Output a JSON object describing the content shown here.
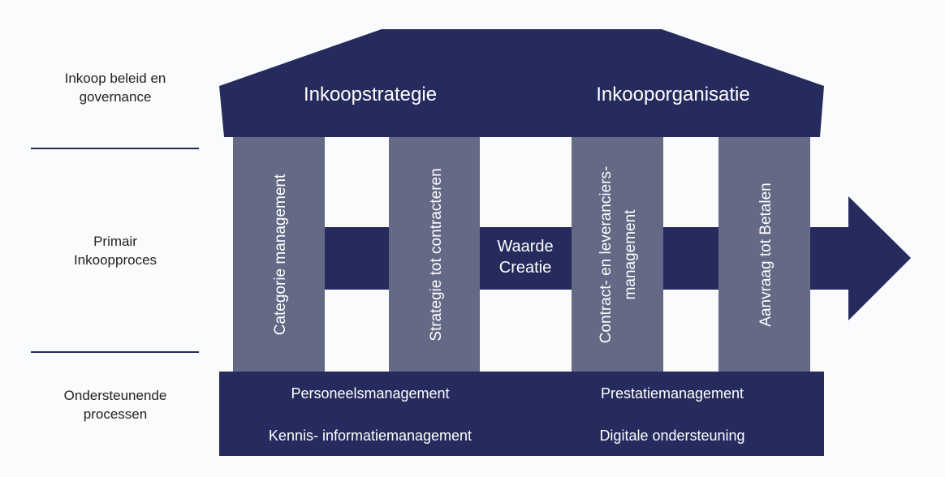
{
  "side_labels": {
    "governance": [
      "Inkoop beleid en",
      "governance"
    ],
    "primary": [
      "Primair",
      "Inkoopproces"
    ],
    "support": [
      "Ondersteunende",
      "processen"
    ]
  },
  "roof": {
    "left": "Inkoopstrategie",
    "right": "Inkooporganisatie"
  },
  "pillars": [
    {
      "label": [
        "Categorie management"
      ]
    },
    {
      "label": [
        "Strategie tot contracteren"
      ]
    },
    {
      "label": [
        "Contract- en leveranciers-",
        "management"
      ]
    },
    {
      "label": [
        "Aanvraag tot Betalen"
      ]
    }
  ],
  "center": [
    "Waarde",
    "Creatie"
  ],
  "base": {
    "items": [
      "Personeelsmanagement",
      "Prestatiemanagement",
      "Kennis- informatiemanagement",
      "Digitale ondersteuning"
    ]
  },
  "colors": {
    "navy": "#252b5c",
    "pillar": "#646986"
  }
}
